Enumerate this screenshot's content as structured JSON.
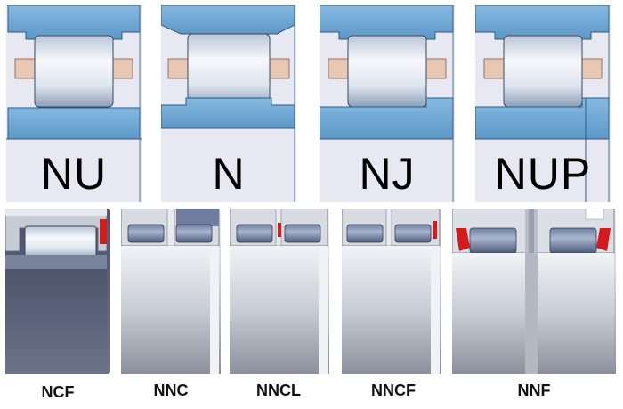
{
  "top_row": [
    {
      "label": "NU"
    },
    {
      "label": "N"
    },
    {
      "label": "NJ"
    },
    {
      "label": "NUP"
    }
  ],
  "bottom_row": [
    {
      "label": "NCF"
    },
    {
      "label": "NNC"
    },
    {
      "label": "NNCL"
    },
    {
      "label": "NNCF"
    },
    {
      "label": "NNF"
    }
  ],
  "colors": {
    "ring_blue": "#6fa8d6",
    "ring_edge": "#2c5a80",
    "cage": "#e8c8b4",
    "roller_light": "#f4f6fa",
    "roller_dark": "#9fb0c6",
    "panel_bg": "#e7e8f2",
    "retaining_red": "#d41a1a",
    "steel_dark": "#5c6478",
    "steel_light": "#d6d9e0"
  }
}
